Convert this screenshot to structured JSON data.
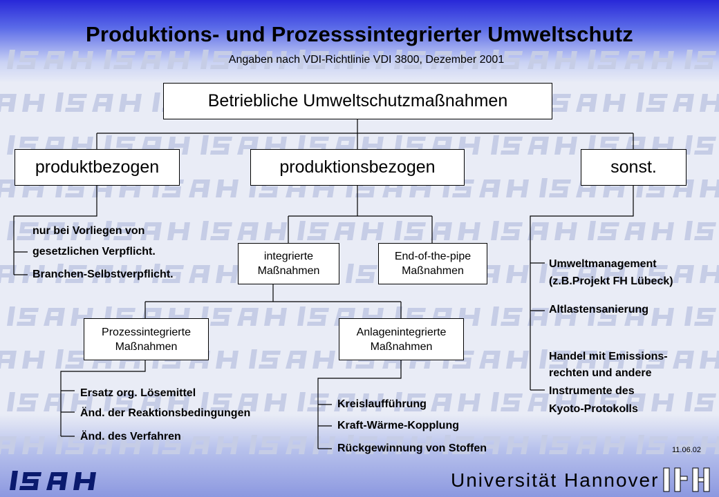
{
  "title": "Produktions- und Prozesssintegrierter Umweltschutz",
  "subtitle": "Angaben nach VDI-Richtlinie VDI 3800, Dezember 2001",
  "diagram": {
    "root": "Betriebliche Umweltschutzmaßnahmen",
    "level1": {
      "produkt": "produktbezogen",
      "produktion": "produktionsbezogen",
      "sonst": "sonst."
    },
    "produkt_items": [
      "nur bei Vorliegen von",
      "gesetzlichen Verpflicht.",
      "Branchen-Selbstverpflicht."
    ],
    "level2": {
      "integrierte_1": "integrierte",
      "integrierte_2": "Maßnahmen",
      "eop_1": "End-of-the-pipe",
      "eop_2": "Maßnahmen"
    },
    "level3": {
      "prozess_1": "Prozessintegrierte",
      "prozess_2": "Maßnahmen",
      "anlagen_1": "Anlagenintegrierte",
      "anlagen_2": "Maßnahmen"
    },
    "prozess_items": [
      "Ersatz org. Lösemittel",
      "Änd. der Reaktionsbedingungen",
      "Änd. des Verfahren"
    ],
    "anlagen_items": [
      "Kreislaufführung",
      "Kraft-Wärme-Kopplung",
      "Rückgewinnung von Stoffen"
    ],
    "sonst_items": [
      "Umweltmanagement",
      "(z.B.Projekt FH Lübeck)",
      "Altlastensanierung",
      "Handel mit Emissions-",
      "rechten und andere",
      "Instrumente des",
      "Kyoto-Protokolls"
    ]
  },
  "footer": {
    "date": "11.06.02",
    "university": "Universität Hannover",
    "logo_left": "ISAH",
    "logo_right": "IfH"
  },
  "colors": {
    "top": "#2828d8",
    "background": "#e9ecf6",
    "watermark": "#c6cde6"
  }
}
